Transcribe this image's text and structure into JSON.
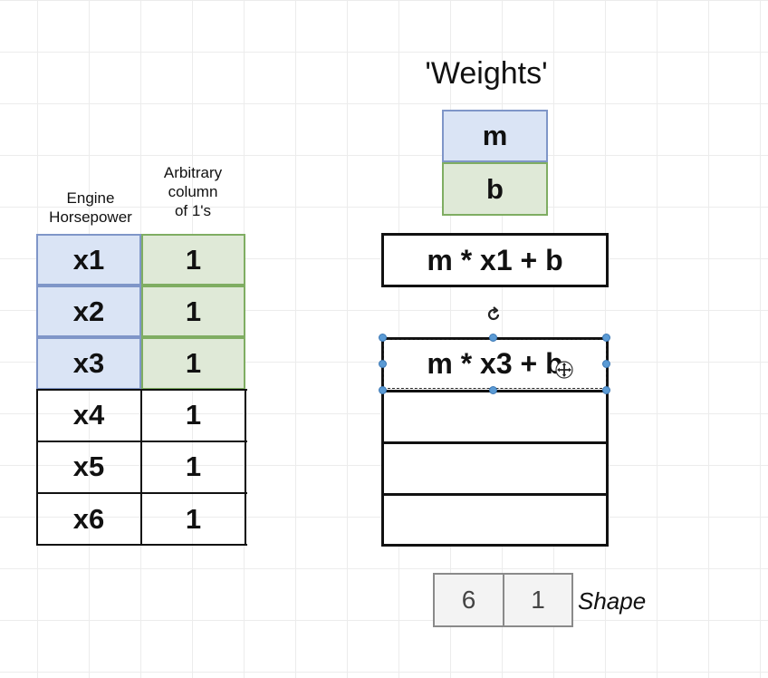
{
  "headers": {
    "engine_horsepower": [
      "Engine",
      "Horsepower"
    ],
    "arbitrary_column": [
      "Arbitrary",
      "column",
      "of 1's"
    ]
  },
  "features_matrix": {
    "rows": [
      {
        "x": "x1",
        "one": "1",
        "highlighted": true
      },
      {
        "x": "x2",
        "one": "1",
        "highlighted": true
      },
      {
        "x": "x3",
        "one": "1",
        "highlighted": true
      },
      {
        "x": "x4",
        "one": "1",
        "highlighted": false
      },
      {
        "x": "x5",
        "one": "1",
        "highlighted": false
      },
      {
        "x": "x6",
        "one": "1",
        "highlighted": false
      }
    ]
  },
  "weights": {
    "title": "'Weights'",
    "m": "m",
    "b": "b"
  },
  "results": {
    "row1": "m * x1 + b",
    "row2": "m * x3 + b",
    "empty_rows": 3
  },
  "shape": {
    "rows": "6",
    "cols": "1",
    "label": "Shape"
  },
  "colors": {
    "blue_fill": "#dae4f5",
    "blue_border": "#7f96c8",
    "green_fill": "#dfe9d7",
    "green_border": "#7fad62",
    "selection_handle": "#5b9bd5"
  }
}
